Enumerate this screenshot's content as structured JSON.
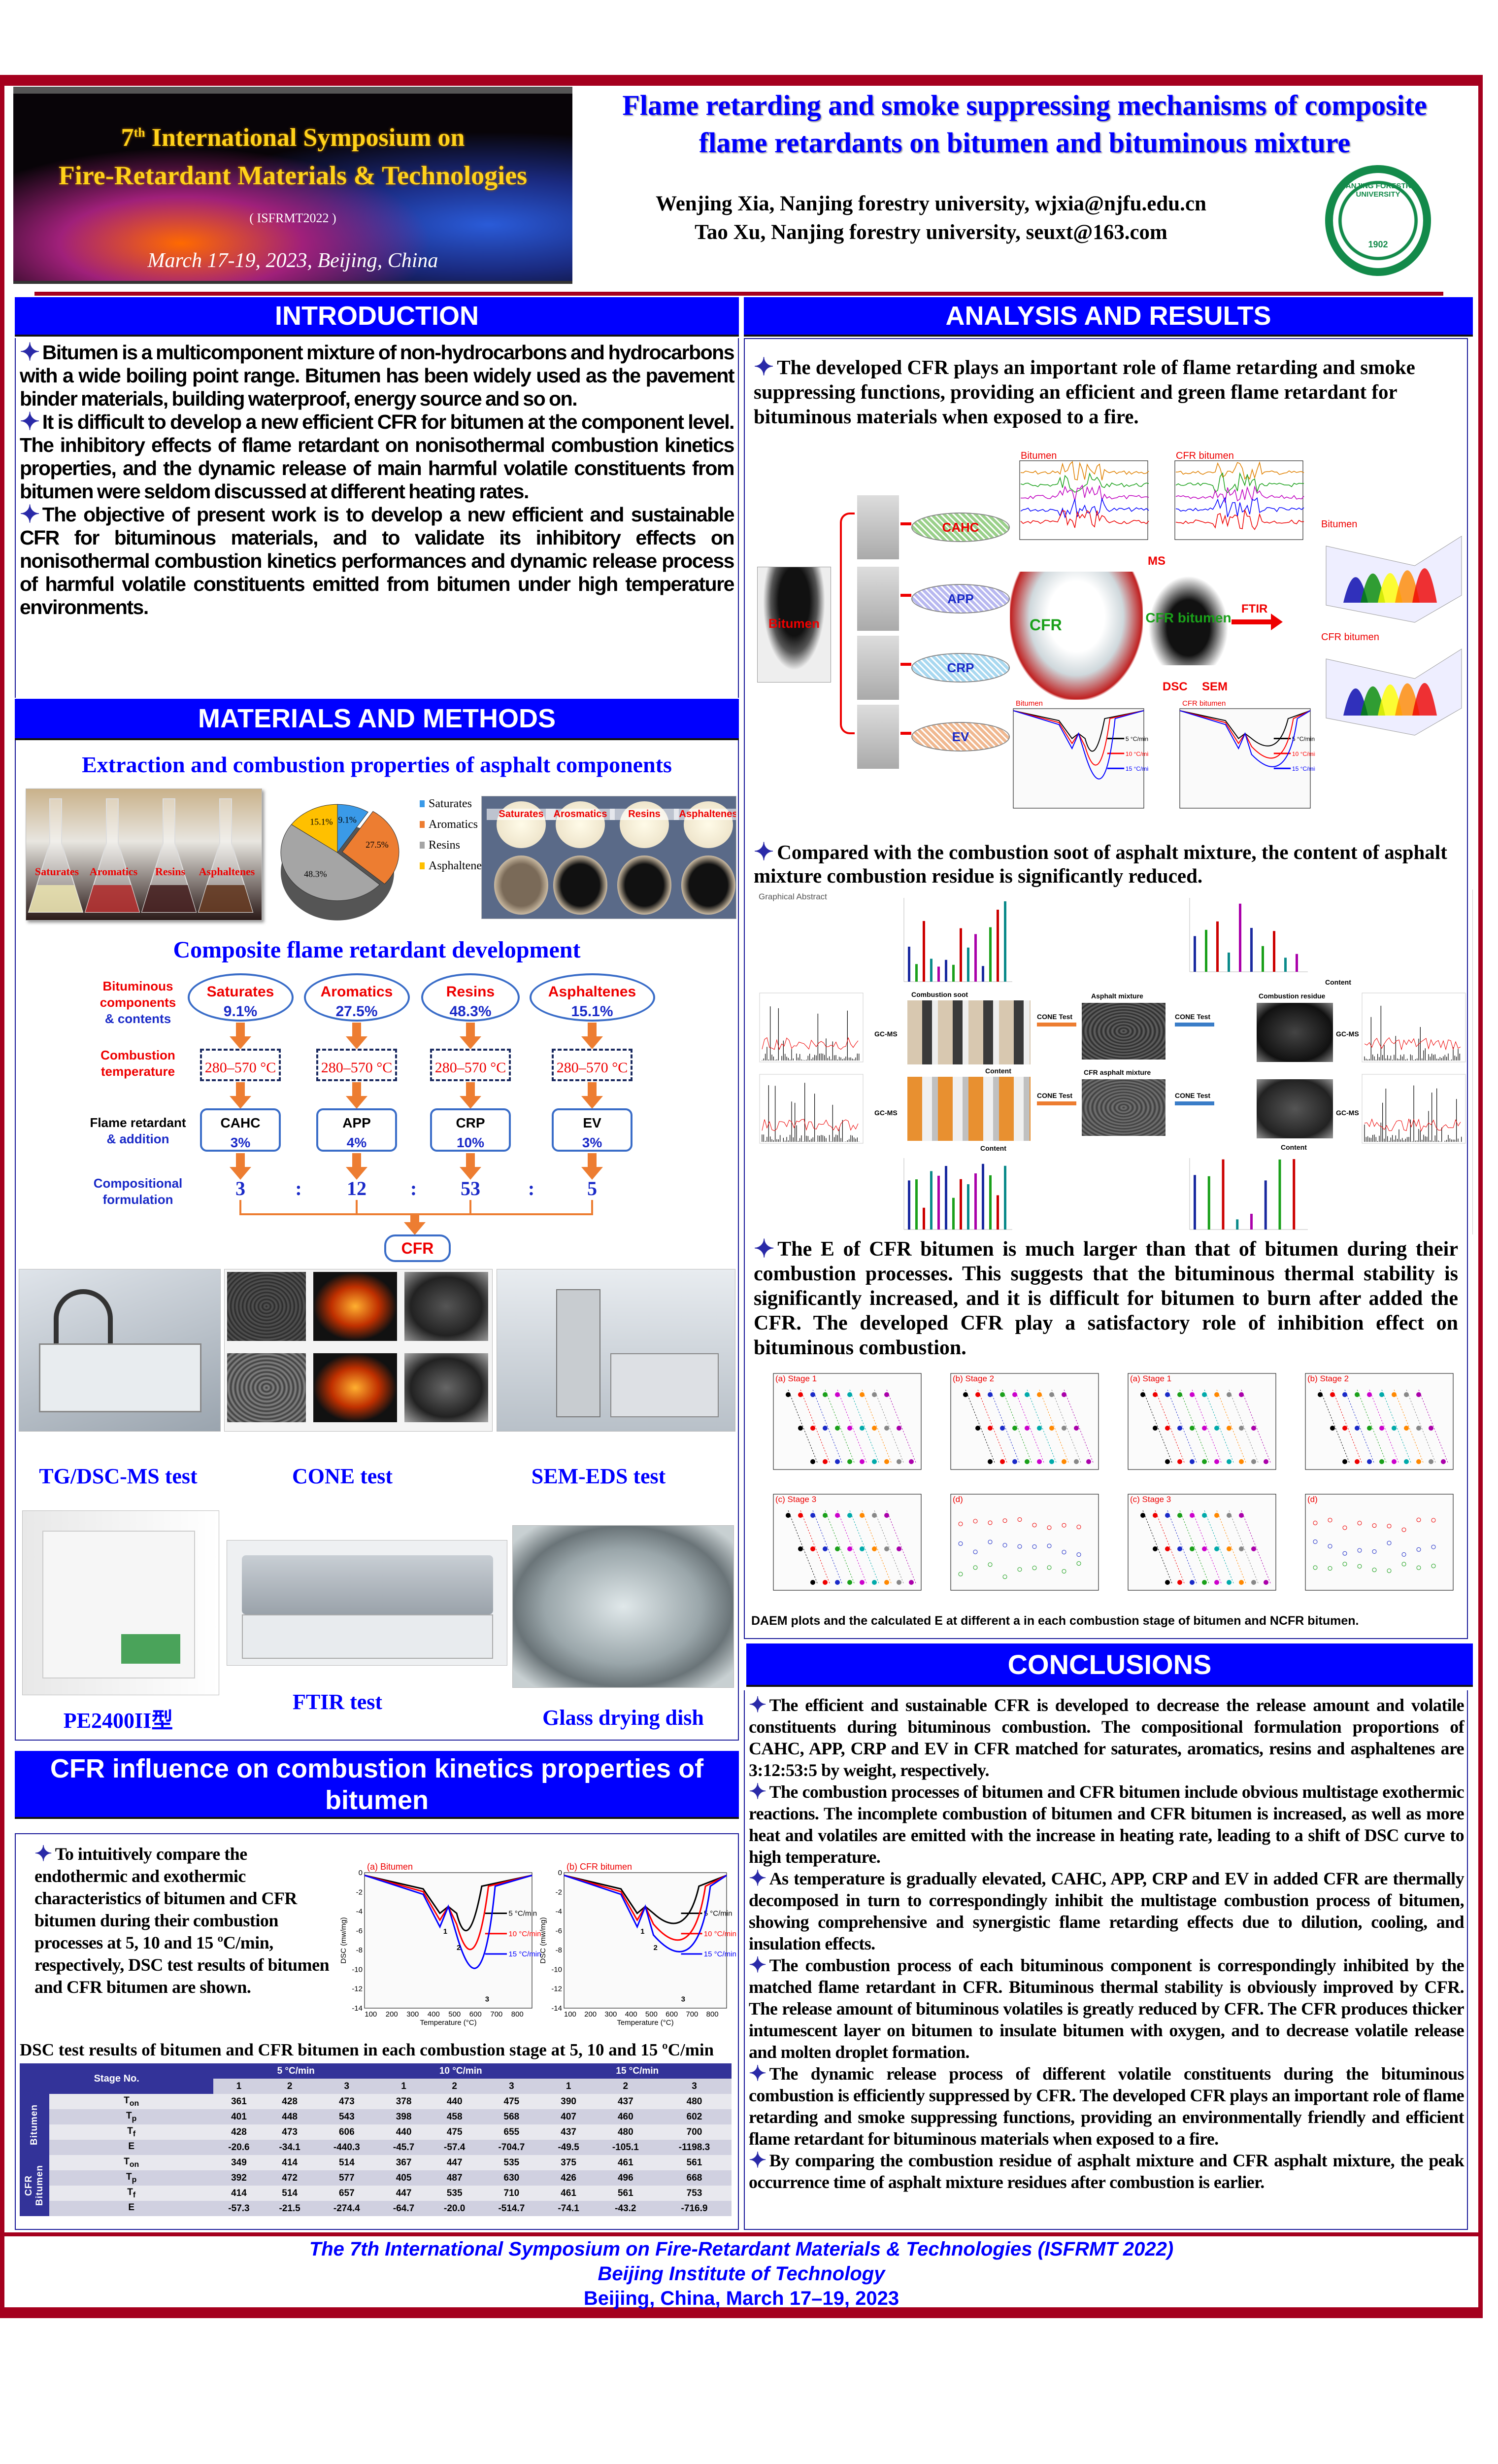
{
  "banner": {
    "num": "7",
    "sup": "th",
    "line1": " International Symposium on",
    "line2": "Fire-Retardant Materials & Technologies",
    "abbr": "( ISFRMT2022 )",
    "dates": "March 17-19, 2023, Beijing, China"
  },
  "header": {
    "title_line1": "Flame retarding and smoke suppressing mechanisms of composite",
    "title_line2": "flame retardants on bitumen and bituminous mixture",
    "author1": "Wenjing Xia, Nanjing forestry university, wjxia@njfu.edu.cn",
    "author2": "Tao Xu, Nanjing forestry university, seuxt@163.com",
    "logo_text": "NANJING FORESTRY UNIVERSITY",
    "logo_year": "1902"
  },
  "intro": {
    "heading": "INTRODUCTION",
    "paragraphs": [
      "Bitumen is a multicomponent mixture of non-hydrocarbons and hydrocarbons with a wide boiling point range. Bitumen has been widely used as the pavement binder materials, building waterproof, energy source and so on.",
      "It is difficult to develop a new efficient CFR for bitumen at the component level. The inhibitory effects of flame retardant on nonisothermal combustion kinetics properties, and the dynamic release of main harmful volatile constituents from bitumen were seldom discussed at different heating rates.",
      "The objective of present work is to develop a new efficient and sustainable CFR for bituminous materials, and to validate its inhibitory effects on nonisothermal combustion kinetics performances and dynamic release process of harmful volatile constituents emitted from bitumen under high temperature environments."
    ]
  },
  "methods": {
    "heading": "MATERIALS AND METHODS",
    "extraction_title": "Extraction and combustion properties of asphalt components",
    "flask_labels": [
      "Saturates",
      "Aromatics",
      "Resins",
      "Asphaltenes"
    ],
    "cup_labels": [
      "Saturates",
      "Arosmatics",
      "Resins",
      "Asphaltenes"
    ],
    "pie": {
      "labels": [
        "Saturates",
        "Aromatics",
        "Resins",
        "Asphaltenes"
      ],
      "values": [
        9.1,
        27.5,
        48.3,
        15.1
      ],
      "value_labels": [
        "9.1%",
        "27.5%",
        "48.3%",
        "15.1%"
      ],
      "colors": [
        "#3a9ae8",
        "#ed7d31",
        "#a5a5a5",
        "#ffc000"
      ]
    },
    "composite_title": "Composite flame retardant development",
    "row_labels": {
      "components_a": "Bituminous",
      "components_b": "components",
      "components_c": "& contents",
      "temp_a": "Combustion",
      "temp_b": "temperature",
      "fr_a": "Flame retardant",
      "fr_b": "& addition",
      "form_a": "Compositional",
      "form_b": "formulation"
    },
    "components": [
      {
        "name": "Saturates",
        "content": "9.1%",
        "temp": "280–570 °C",
        "fr": "CAHC",
        "addition": "3%",
        "ratio": "3"
      },
      {
        "name": "Aromatics",
        "content": "27.5%",
        "temp": "280–570 °C",
        "fr": "APP",
        "addition": "4%",
        "ratio": "12"
      },
      {
        "name": "Resins",
        "content": "48.3%",
        "temp": "280–570 °C",
        "fr": "CRP",
        "addition": "10%",
        "ratio": "53"
      },
      {
        "name": "Asphaltenes",
        "content": "15.1%",
        "temp": "280–570 °C",
        "fr": "EV",
        "addition": "3%",
        "ratio": "5"
      }
    ],
    "ratio_sep": ":",
    "cfr_label": "CFR",
    "equipment": [
      "TG/DSC-MS test",
      "CONE test",
      "SEM-EDS test",
      "PE2400II型",
      "FTIR test",
      "Glass drying dish"
    ]
  },
  "kinetics": {
    "heading": "CFR influence on combustion kinetics properties of bitumen",
    "text": "To intuitively compare the endothermic and exothermic characteristics of bitumen and CFR bitumen during their combustion processes at 5, 10 and 15 ºC/min, respectively, DSC test results of bitumen and CFR bitumen are shown.",
    "charts": [
      {
        "title": "(a) Bitumen"
      },
      {
        "title": "(b) CFR bitumen"
      }
    ],
    "ylabel": "DSC (mw/mg)",
    "xlabel": "Temperature (°C)",
    "yticks": [
      "0",
      "-2",
      "-4",
      "-6",
      "-8",
      "-10",
      "-12",
      "-14"
    ],
    "xticks": [
      "100",
      "200",
      "300",
      "400",
      "500",
      "600",
      "700",
      "800"
    ],
    "legend": [
      "5 °C/min",
      "10 °C/min",
      "15 °C/min"
    ],
    "legend_colors": [
      "#000000",
      "#ff0000",
      "#0000ff"
    ],
    "stage_marks": [
      "1",
      "2",
      "3"
    ],
    "table_caption": "DSC test results of bitumen and CFR bitumen in each combustion stage at 5, 10 and 15 ºC/min",
    "table": {
      "stage_header": "Stage No.",
      "rates": [
        "5 °C/min",
        "10 °C/min",
        "15 °C/min"
      ],
      "stages": [
        "1",
        "2",
        "3",
        "1",
        "2",
        "3",
        "1",
        "2",
        "3"
      ],
      "groups": [
        {
          "name": "Bitumen",
          "rows": [
            {
              "p": "T",
              "sub": "on",
              "values": [
                "361",
                "428",
                "473",
                "378",
                "440",
                "475",
                "390",
                "437",
                "480"
              ]
            },
            {
              "p": "T",
              "sub": "p",
              "values": [
                "401",
                "448",
                "543",
                "398",
                "458",
                "568",
                "407",
                "460",
                "602"
              ]
            },
            {
              "p": "T",
              "sub": "f",
              "values": [
                "428",
                "473",
                "606",
                "440",
                "475",
                "655",
                "437",
                "480",
                "700"
              ]
            },
            {
              "p": "E",
              "sub": "",
              "values": [
                "-20.6",
                "-34.1",
                "-440.3",
                "-45.7",
                "-57.4",
                "-704.7",
                "-49.5",
                "-105.1",
                "-1198.3"
              ]
            }
          ]
        },
        {
          "name": "CFR Bitumen",
          "rows": [
            {
              "p": "T",
              "sub": "on",
              "values": [
                "349",
                "414",
                "514",
                "367",
                "447",
                "535",
                "375",
                "461",
                "561"
              ]
            },
            {
              "p": "T",
              "sub": "p",
              "values": [
                "392",
                "472",
                "577",
                "405",
                "487",
                "630",
                "426",
                "496",
                "668"
              ]
            },
            {
              "p": "T",
              "sub": "f",
              "values": [
                "414",
                "514",
                "657",
                "447",
                "535",
                "710",
                "461",
                "561",
                "753"
              ]
            },
            {
              "p": "E",
              "sub": "",
              "values": [
                "-57.3",
                "-21.5",
                "-274.4",
                "-64.7",
                "-20.0",
                "-514.7",
                "-74.1",
                "-43.2",
                "-716.9"
              ]
            }
          ]
        }
      ]
    }
  },
  "analysis": {
    "heading": "ANALYSIS AND RESULTS",
    "p1": "The developed CFR plays an important role of flame retarding and smoke suppressing functions, providing an efficient and green flame retardant for bituminous materials when exposed to a fire.",
    "diagram": {
      "bitumen": "Bitumen",
      "frs": [
        "CAHC",
        "APP",
        "CRP",
        "EV"
      ],
      "cfr": "CFR",
      "cfr_bitumen": "CFR bitumen",
      "ms": "MS",
      "ftir": "FTIR",
      "dsc": "DSC",
      "sem": "SEM",
      "tg_titles": [
        "Bitumen",
        "CFR bitumen"
      ],
      "ftir_titles": [
        "Bitumen",
        "CFR bitumen"
      ],
      "dsc_titles": [
        "Bitumen",
        "CFR bitumen"
      ]
    },
    "p2": "Compared with the combustion soot of asphalt mixture, the content of asphalt mixture combustion residue is significantly reduced.",
    "graphical": {
      "title": "Graphical Abstract",
      "soot": "Combustion soot",
      "residue": "Combustion residue",
      "cone": "CONE Test",
      "mixture": "Asphalt mixture",
      "cfr_mixture": "CFR asphalt mixture",
      "gcms": "GC-MS",
      "content": "Content"
    },
    "p3": "The E of CFR bitumen is much larger than that of bitumen during their combustion processes. This suggests that the bituminous thermal stability is significantly increased, and it is difficult for bitumen to burn after added the CFR. The developed CFR play a satisfactory role of inhibition effect on bituminous combustion.",
    "daem_titles": [
      "(a) Stage 1",
      "(b) Stage 2",
      "(a) Stage 1",
      "(b) Stage 2",
      "(c) Stage 3",
      "(d)",
      "(c) Stage 3",
      "(d)"
    ],
    "daem_caption": "DAEM plots and the calculated E at different a in each combustion stage of bitumen and NCFR bitumen."
  },
  "conclusions": {
    "heading": "CONCLUSIONS",
    "paragraphs": [
      "The efficient and sustainable CFR is developed to decrease the release amount and volatile constituents during bituminous combustion. The compositional formulation proportions of CAHC, APP, CRP and EV in CFR matched for saturates, aromatics, resins and asphaltenes are 3:12:53:5 by weight, respectively.",
      "The combustion processes of bitumen and CFR bitumen include obvious multistage exothermic reactions. The incomplete combustion of bitumen and CFR bitumen is increased, as well as more heat and volatiles are emitted with the increase in heating rate, leading to a shift of DSC curve to high temperature.",
      "As temperature is gradually elevated, CAHC, APP, CRP and EV in added CFR are thermally decomposed in turn to correspondingly inhibit the multistage combustion process of bitumen, showing comprehensive and synergistic flame retarding effects due to dilution, cooling, and insulation effects.",
      "The combustion process of each bituminous component is correspondingly inhibited by the matched flame retardant in CFR. Bituminous thermal stability is obviously improved by CFR. The release amount of bituminous volatiles is greatly reduced by CFR. The CFR produces thicker intumescent layer on bitumen to insulate bitumen with oxygen, and to decrease volatile release and molten droplet formation.",
      "The dynamic release process of different volatile constituents during the bituminous combustion is efficiently suppressed by CFR. The developed CFR plays an important role of flame retarding and smoke suppressing functions, providing an environmentally friendly and efficient flame retardant for bituminous materials when exposed to a fire.",
      "By comparing the combustion residue of asphalt mixture and CFR asphalt mixture, the peak occurrence time of asphalt mixture residues after combustion is earlier."
    ]
  },
  "footer": {
    "line1": "The 7th International Symposium on Fire-Retardant Materials & Technologies (ISFRMT 2022)",
    "line2": "Beijing Institute of Technology",
    "line3": "Beijing, China,  March 17–19, 2023"
  },
  "colors": {
    "frame": "#a5001e",
    "heading_blue": "#0000ff",
    "table_blue": "#333399",
    "arrow_orange": "#ed7d31"
  }
}
